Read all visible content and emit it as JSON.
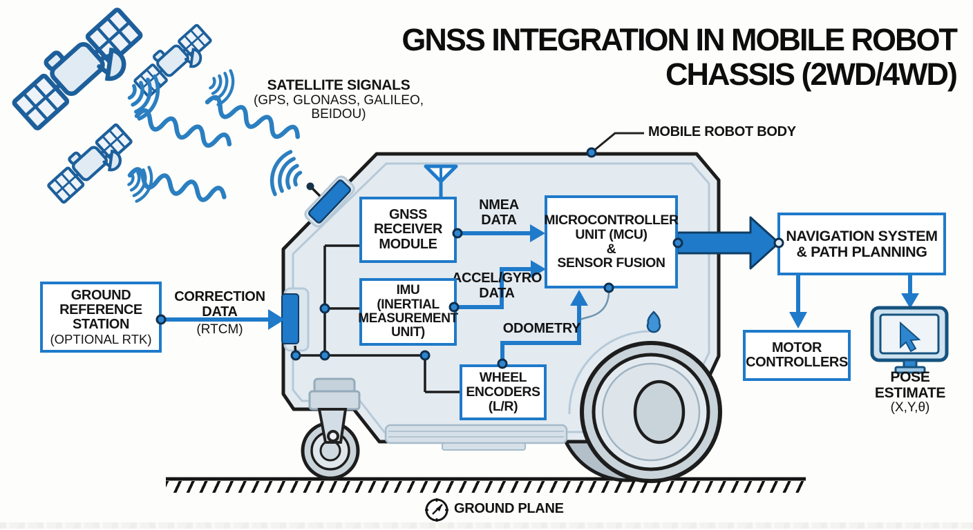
{
  "title": {
    "line1": "GNSS INTEGRATION IN MOBILE ROBOT",
    "line2": "CHASSIS (2WD/4WD)"
  },
  "satellite_label": {
    "title": "SATELLITE SIGNALS",
    "sub1": "(GPS, GLONASS, GALILEO,",
    "sub2": "BEIDOU)"
  },
  "callouts": {
    "mobile_robot_body": "MOBILE ROBOT BODY",
    "ground_plane": "GROUND PLANE"
  },
  "boxes": {
    "gnss_receiver": {
      "l1": "GNSS",
      "l2": "RECEIVER",
      "l3": "MODULE"
    },
    "mcu": {
      "l1": "MICROCONTROLLER",
      "l2": "UNIT (MCU)",
      "l3": "&",
      "l4": "SENSOR FUSION"
    },
    "imu": {
      "l1": "IMU",
      "l2": "(INERTIAL",
      "l3": "MEASUREMENT",
      "l4": "UNIT)"
    },
    "wheel_encoders": {
      "l1": "WHEEL",
      "l2": "ENCODERS",
      "l3": "(L/R)"
    },
    "ground_station": {
      "l1": "GROUND",
      "l2": "REFERENCE",
      "l3": "STATION",
      "l4": "(OPTIONAL RTK)"
    },
    "navigation": {
      "l1": "NAVIGATION SYSTEM",
      "l2": "& PATH PLANNING"
    },
    "motor_controllers": {
      "l1": "MOTOR",
      "l2": "CONTROLLERS"
    }
  },
  "flows": {
    "nmea": {
      "l1": "NMEA",
      "l2": "DATA"
    },
    "accel_gyro": {
      "l1": "ACCEL/GYRO",
      "l2": "DATA"
    },
    "odometry": "ODOMETRY",
    "correction": {
      "l1": "CORRECTION",
      "l2": "DATA",
      "l3": "(RTCM)"
    },
    "pose": {
      "l1": "POSE",
      "l2": "ESTIMATE",
      "l3": "(X,Y,θ)"
    }
  },
  "icons": {
    "satellite": "satellite-icon",
    "signal_wave": "radio-wave-icon",
    "gnss_antenna": "antenna-icon",
    "rtk_port": "rtk-port-icon",
    "pose_display": "monitor-icon",
    "cursor": "cursor-icon",
    "compass": "compass-icon"
  },
  "colors": {
    "accent_blue": "#1f7ac9",
    "satellite_blue": "#1d5f9b",
    "wave_blue": "#2b7fc0",
    "outline_black": "#1c1c1c",
    "chassis_fill": "#e3eaf0"
  }
}
